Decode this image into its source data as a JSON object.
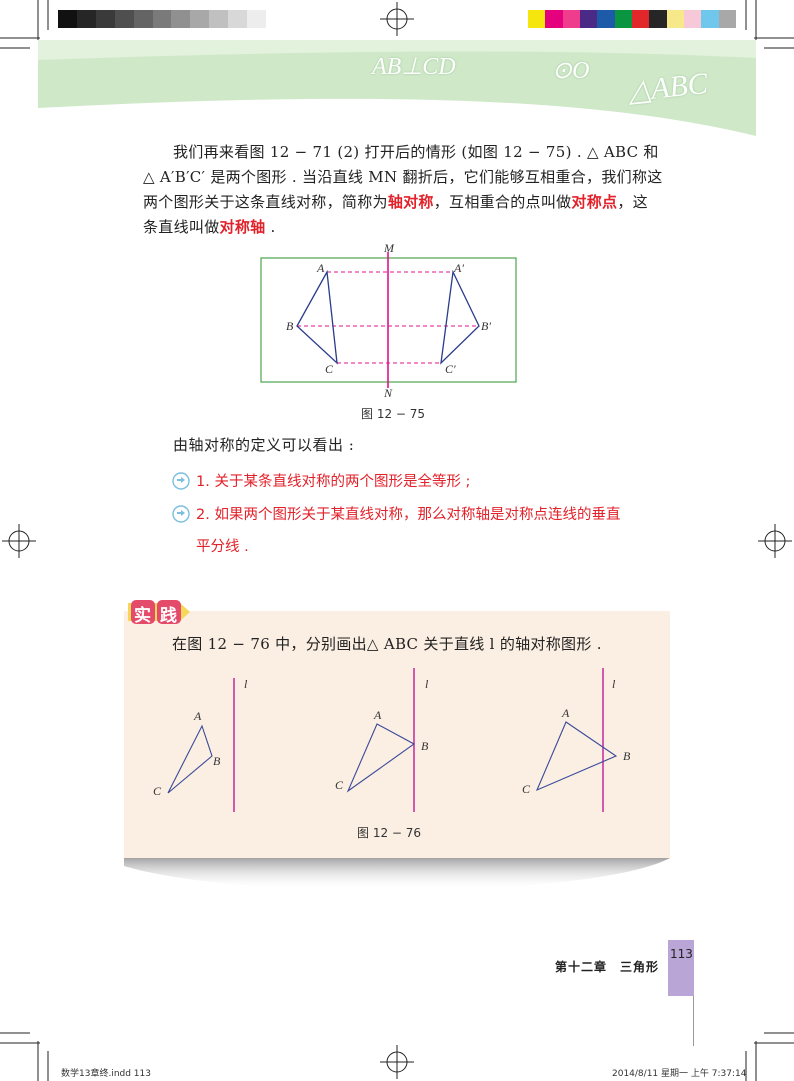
{
  "header": {
    "formulas": [
      "AB⊥CD",
      "⊙O",
      "△ABC"
    ],
    "color_bar_left": [
      "#111111",
      "#262626",
      "#3a3a3a",
      "#4f4f4f",
      "#646464",
      "#7a7a7a",
      "#909090",
      "#a8a8a8",
      "#c0c0c0",
      "#d8d8d8",
      "#ededed"
    ],
    "color_bar_right": [
      "#f5e70e",
      "#e5007e",
      "#f03c8c",
      "#4a2a86",
      "#1d5aa8",
      "#0a9640",
      "#e2272a",
      "#262626",
      "#f7e88a",
      "#f7c8d8",
      "#6fc7ec",
      "#a8a8a8"
    ]
  },
  "paragraph": {
    "line1": "我们再来看图 12 − 71 (2) 打开后的情形 (如图 12 − 75) . △ ABC 和",
    "line2": "△ A′B′C′ 是两个图形 . 当沿直线 MN 翻折后，它们能够互相重合，我们称这",
    "line3_a": "两个图形关于这条直线对称，简称为",
    "term_axial_symmetry": "轴对称",
    "line3_b": "，互相重合的点叫做",
    "term_symmetric_points": "对称点",
    "line3_c": "，这",
    "line4_a": "条直线叫做",
    "term_axis": "对称轴",
    "line4_b": " ."
  },
  "figure75": {
    "caption": "图 12 − 75",
    "labels": {
      "M": "M",
      "N": "N",
      "A": "A",
      "B": "B",
      "C": "C",
      "A2": "A′",
      "B2": "B′",
      "C2": "C′"
    }
  },
  "conclusion_intro": "由轴对称的定义可以看出 :",
  "conclusions": [
    "1. 关于某条直线对称的两个图形是全等形 ;",
    "2. 如果两个图形关于某直线对称，那么对称轴是对称点连线的垂直",
    "平分线 ."
  ],
  "practice": {
    "badge_chars": [
      "实",
      "践"
    ],
    "instruction": "在图 12 − 76 中，分别画出△ ABC 关于直线 l 的轴对称图形 .",
    "caption": "图 12 − 76",
    "line_label": "l",
    "vertex_labels": [
      "A",
      "B",
      "C"
    ]
  },
  "footer": {
    "chapter": "第十二章　三角形",
    "page_number": "113",
    "file_left": "数学13章终.indd  113",
    "timestamp_right": "2014/8/11 星期一 上午 7:37:14"
  },
  "colors": {
    "header_band": "#cfe8c8",
    "formula": "#ffffff",
    "highlight_red": "#e2222a",
    "frame_green": "#4ca34c",
    "axis_magenta": "#e0138c",
    "triangle_blue": "#2b3c8c",
    "practice_bg": "#fbeee2",
    "page_tab": "#b9a6d6"
  }
}
